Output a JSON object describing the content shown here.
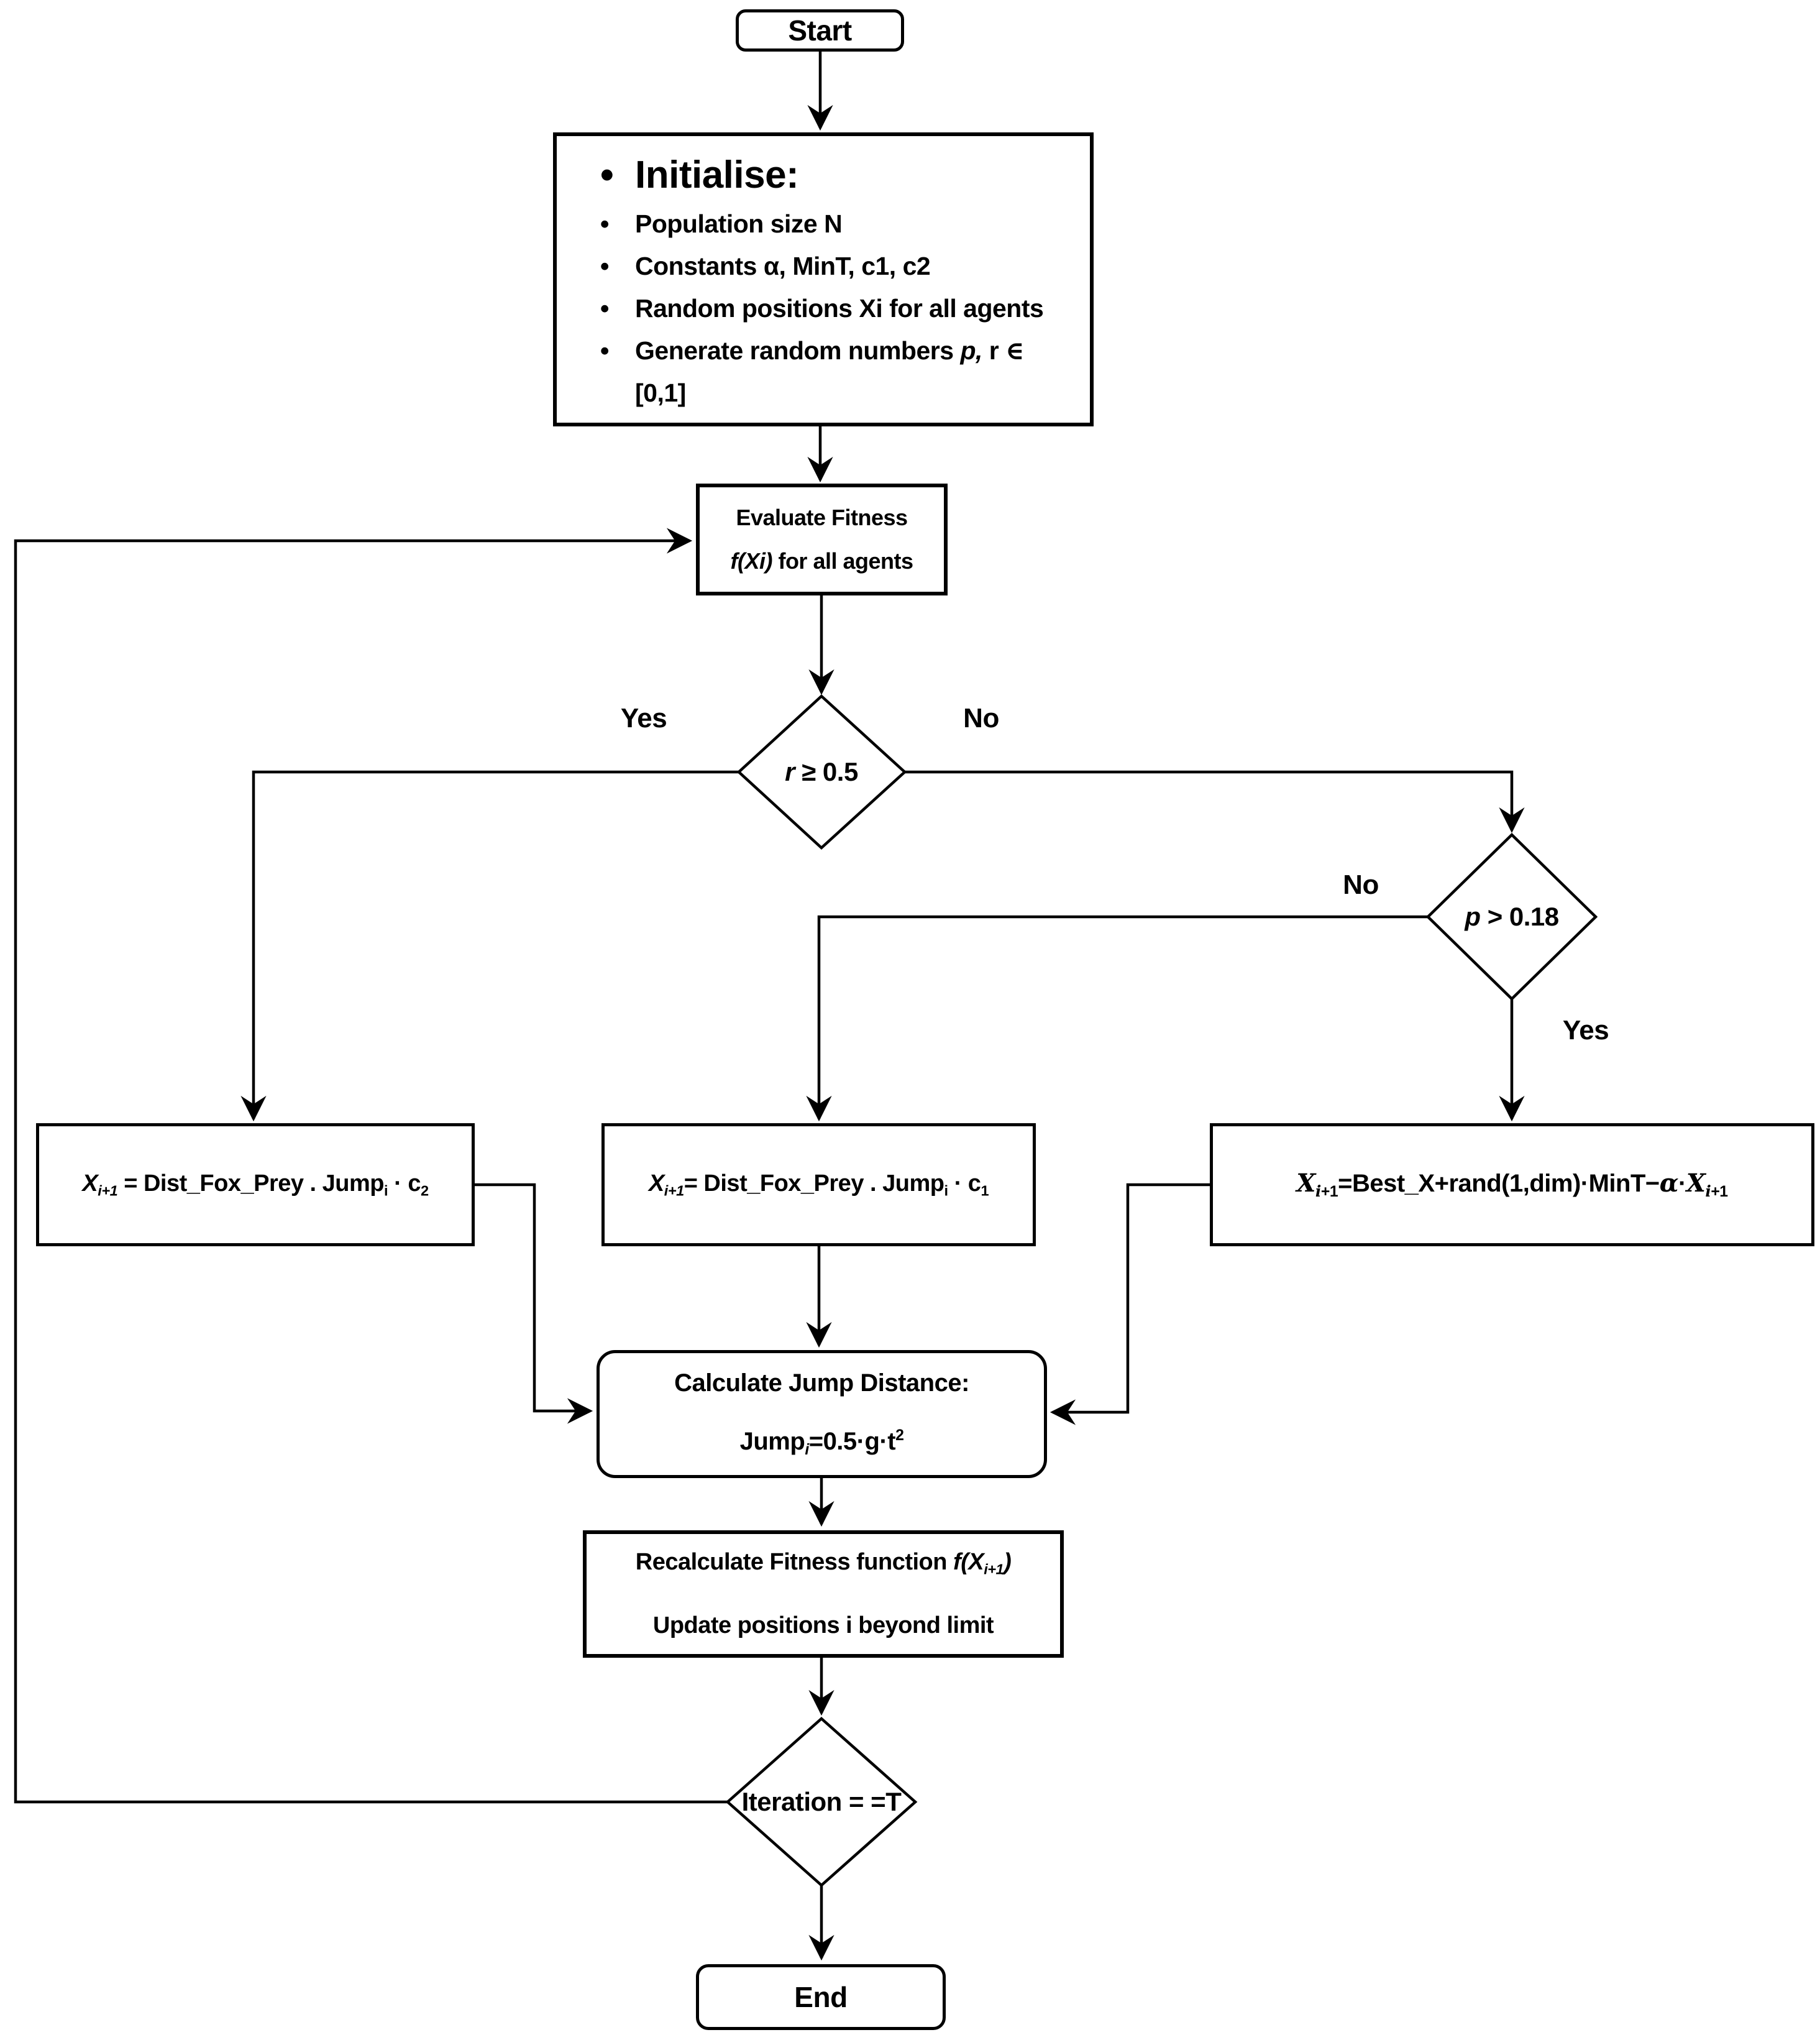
{
  "colors": {
    "ink": "#000000",
    "background": "#ffffff"
  },
  "nodes": {
    "start": {
      "label": "Start"
    },
    "init": {
      "bullet": "•",
      "title": "Initialise:",
      "items": [
        {
          "segs": [
            {
              "t": "Population size N"
            }
          ]
        },
        {
          "segs": [
            {
              "t": "Constants α, MinT, c1, c2"
            }
          ]
        },
        {
          "segs": [
            {
              "t": "Random positions Xi for all agents"
            }
          ]
        },
        {
          "segs": [
            {
              "t": "Generate random numbers "
            },
            {
              "t": "p,",
              "s": "it"
            },
            {
              "t": " r "
            },
            {
              "t": "∈",
              "s": "ser"
            }
          ]
        }
      ],
      "continuation": "[0,1]"
    },
    "evaluate": {
      "line1": "Evaluate Fitness",
      "line2_segs": [
        {
          "t": "f(Xi)",
          "s": "it"
        },
        {
          "t": " for all agents"
        }
      ]
    },
    "decision_r": {
      "segs": [
        {
          "t": "r",
          "s": "it"
        },
        {
          "t": " ≥ 0.5"
        }
      ],
      "yes": "Yes",
      "no": "No"
    },
    "decision_p": {
      "segs": [
        {
          "t": "p",
          "s": "it"
        },
        {
          "t": " > 0.18"
        }
      ],
      "yes": "Yes",
      "no": "No"
    },
    "update_c2": {
      "segs": [
        {
          "t": "X",
          "s": "it"
        },
        {
          "t": "i+1",
          "s": "sub it"
        },
        {
          "t": " = Dist_Fox_Prey . Jump"
        },
        {
          "t": "i",
          "s": "sub"
        },
        {
          "t": " · c"
        },
        {
          "t": "2",
          "s": "sub"
        }
      ]
    },
    "update_c1": {
      "segs": [
        {
          "t": "X",
          "s": "it"
        },
        {
          "t": "i+1",
          "s": "sub it"
        },
        {
          "t": "= Dist_Fox_Prey . Jump"
        },
        {
          "t": "i",
          "s": "sub"
        },
        {
          "t": " · c"
        },
        {
          "t": "1",
          "s": "sub"
        }
      ]
    },
    "update_best": {
      "segs": [
        {
          "t": "X",
          "s": "ser it"
        },
        {
          "t": "i",
          "s": "sub ser it"
        },
        {
          "t": "+1",
          "s": "sub"
        },
        {
          "t": "=Best_X+rand(1,dim)·MinT−"
        },
        {
          "t": "α",
          "s": "ser it"
        },
        {
          "t": "·"
        },
        {
          "t": "X",
          "s": "ser it"
        },
        {
          "t": "i",
          "s": "sub ser it"
        },
        {
          "t": "+1",
          "s": "sub"
        }
      ]
    },
    "calc_jump": {
      "line1": "Calculate Jump Distance:",
      "line2_segs": [
        {
          "t": "Jump"
        },
        {
          "t": "i",
          "s": "sub it"
        },
        {
          "t": "=0.5·g·t"
        },
        {
          "t": "2",
          "s": "sup"
        }
      ]
    },
    "recalc": {
      "line1_segs": [
        {
          "t": "Recalculate Fitness function "
        },
        {
          "t": "f(X",
          "s": "it"
        },
        {
          "t": "i+1",
          "s": "sub it"
        },
        {
          "t": ")",
          "s": "it"
        }
      ],
      "line2": "Update positions i beyond limit"
    },
    "iteration": {
      "label": "Iteration = =T"
    },
    "end": {
      "label": "End"
    }
  }
}
